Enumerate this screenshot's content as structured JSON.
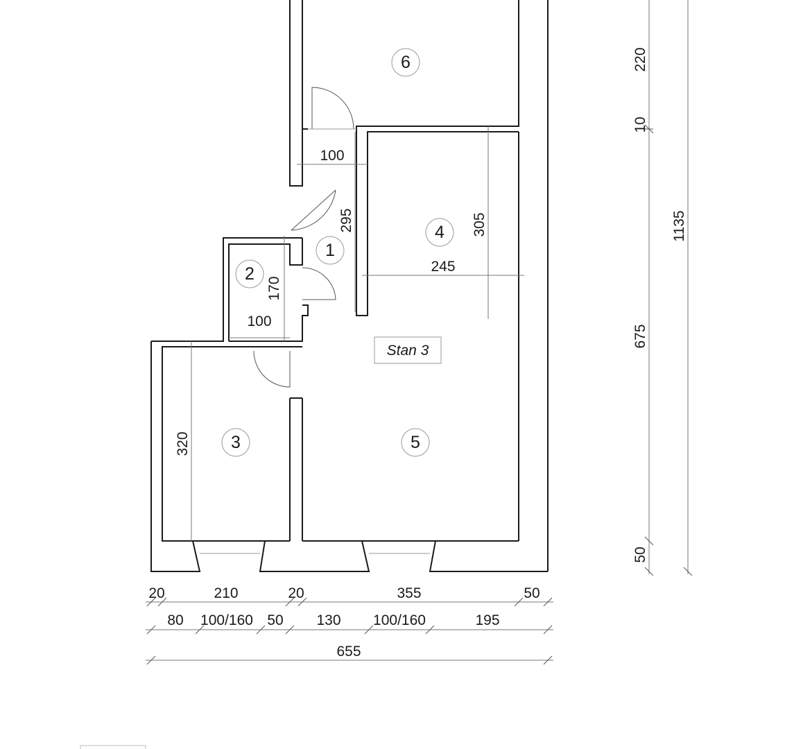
{
  "plan": {
    "unit_label": "Stan 3",
    "rooms": [
      {
        "number": "1"
      },
      {
        "number": "2"
      },
      {
        "number": "3"
      },
      {
        "number": "4"
      },
      {
        "number": "5"
      },
      {
        "number": "6"
      }
    ],
    "interior_dims": {
      "hall_width": "100",
      "hall_length": "295",
      "room2_height": "170",
      "room2_width": "100",
      "room3_depth": "320",
      "room4_length": "305",
      "room4_width": "245"
    },
    "right_dims": {
      "segment_top": "220",
      "segment_wall": "10",
      "segment_main": "675",
      "segment_bottom": "50",
      "overall": "1135"
    },
    "bottom_row1": [
      "20",
      "210",
      "20",
      "355",
      "50"
    ],
    "bottom_row2": [
      "80",
      "100/160",
      "50",
      "130",
      "100/160",
      "195"
    ],
    "overall_width": "655"
  }
}
